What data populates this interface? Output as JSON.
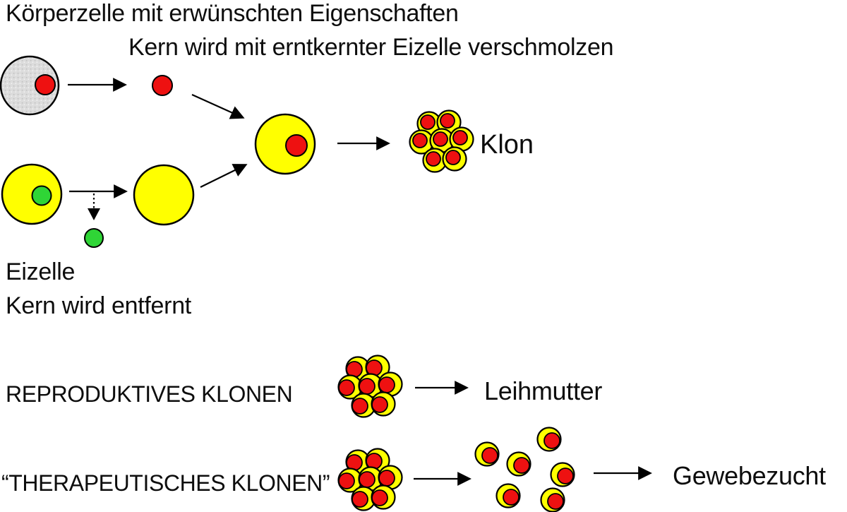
{
  "labels": {
    "top_line1": "Körperzelle mit erwünschten Eigenschaften",
    "top_line2": "Kern wird mit erntkernter Eizelle verschmolzen",
    "klon": "Klon",
    "eizelle": "Eizelle",
    "kern_entfernt": "Kern wird entfernt",
    "reproduktives_klonen": "REPRODUKTIVES KLONEN",
    "leihmutter": "Leihmutter",
    "therapeutisches_klonen": "“THERAPEUTISCHES KLONEN”",
    "gewebezucht": "Gewebezucht"
  },
  "colors": {
    "background": "#ffffff",
    "outline": "#000000",
    "cell_yellow": "#ffff00",
    "nucleus_red": "#ee1111",
    "nucleus_green": "#2fd536",
    "body_cell_gray": "#dcdcdc",
    "body_cell_speckle": "#c4c4c4"
  },
  "figures": {
    "klon_cluster_cells": 7,
    "repro_cluster_cells": 7,
    "thera_cluster_cells": 7,
    "scattered_cells": 6
  }
}
